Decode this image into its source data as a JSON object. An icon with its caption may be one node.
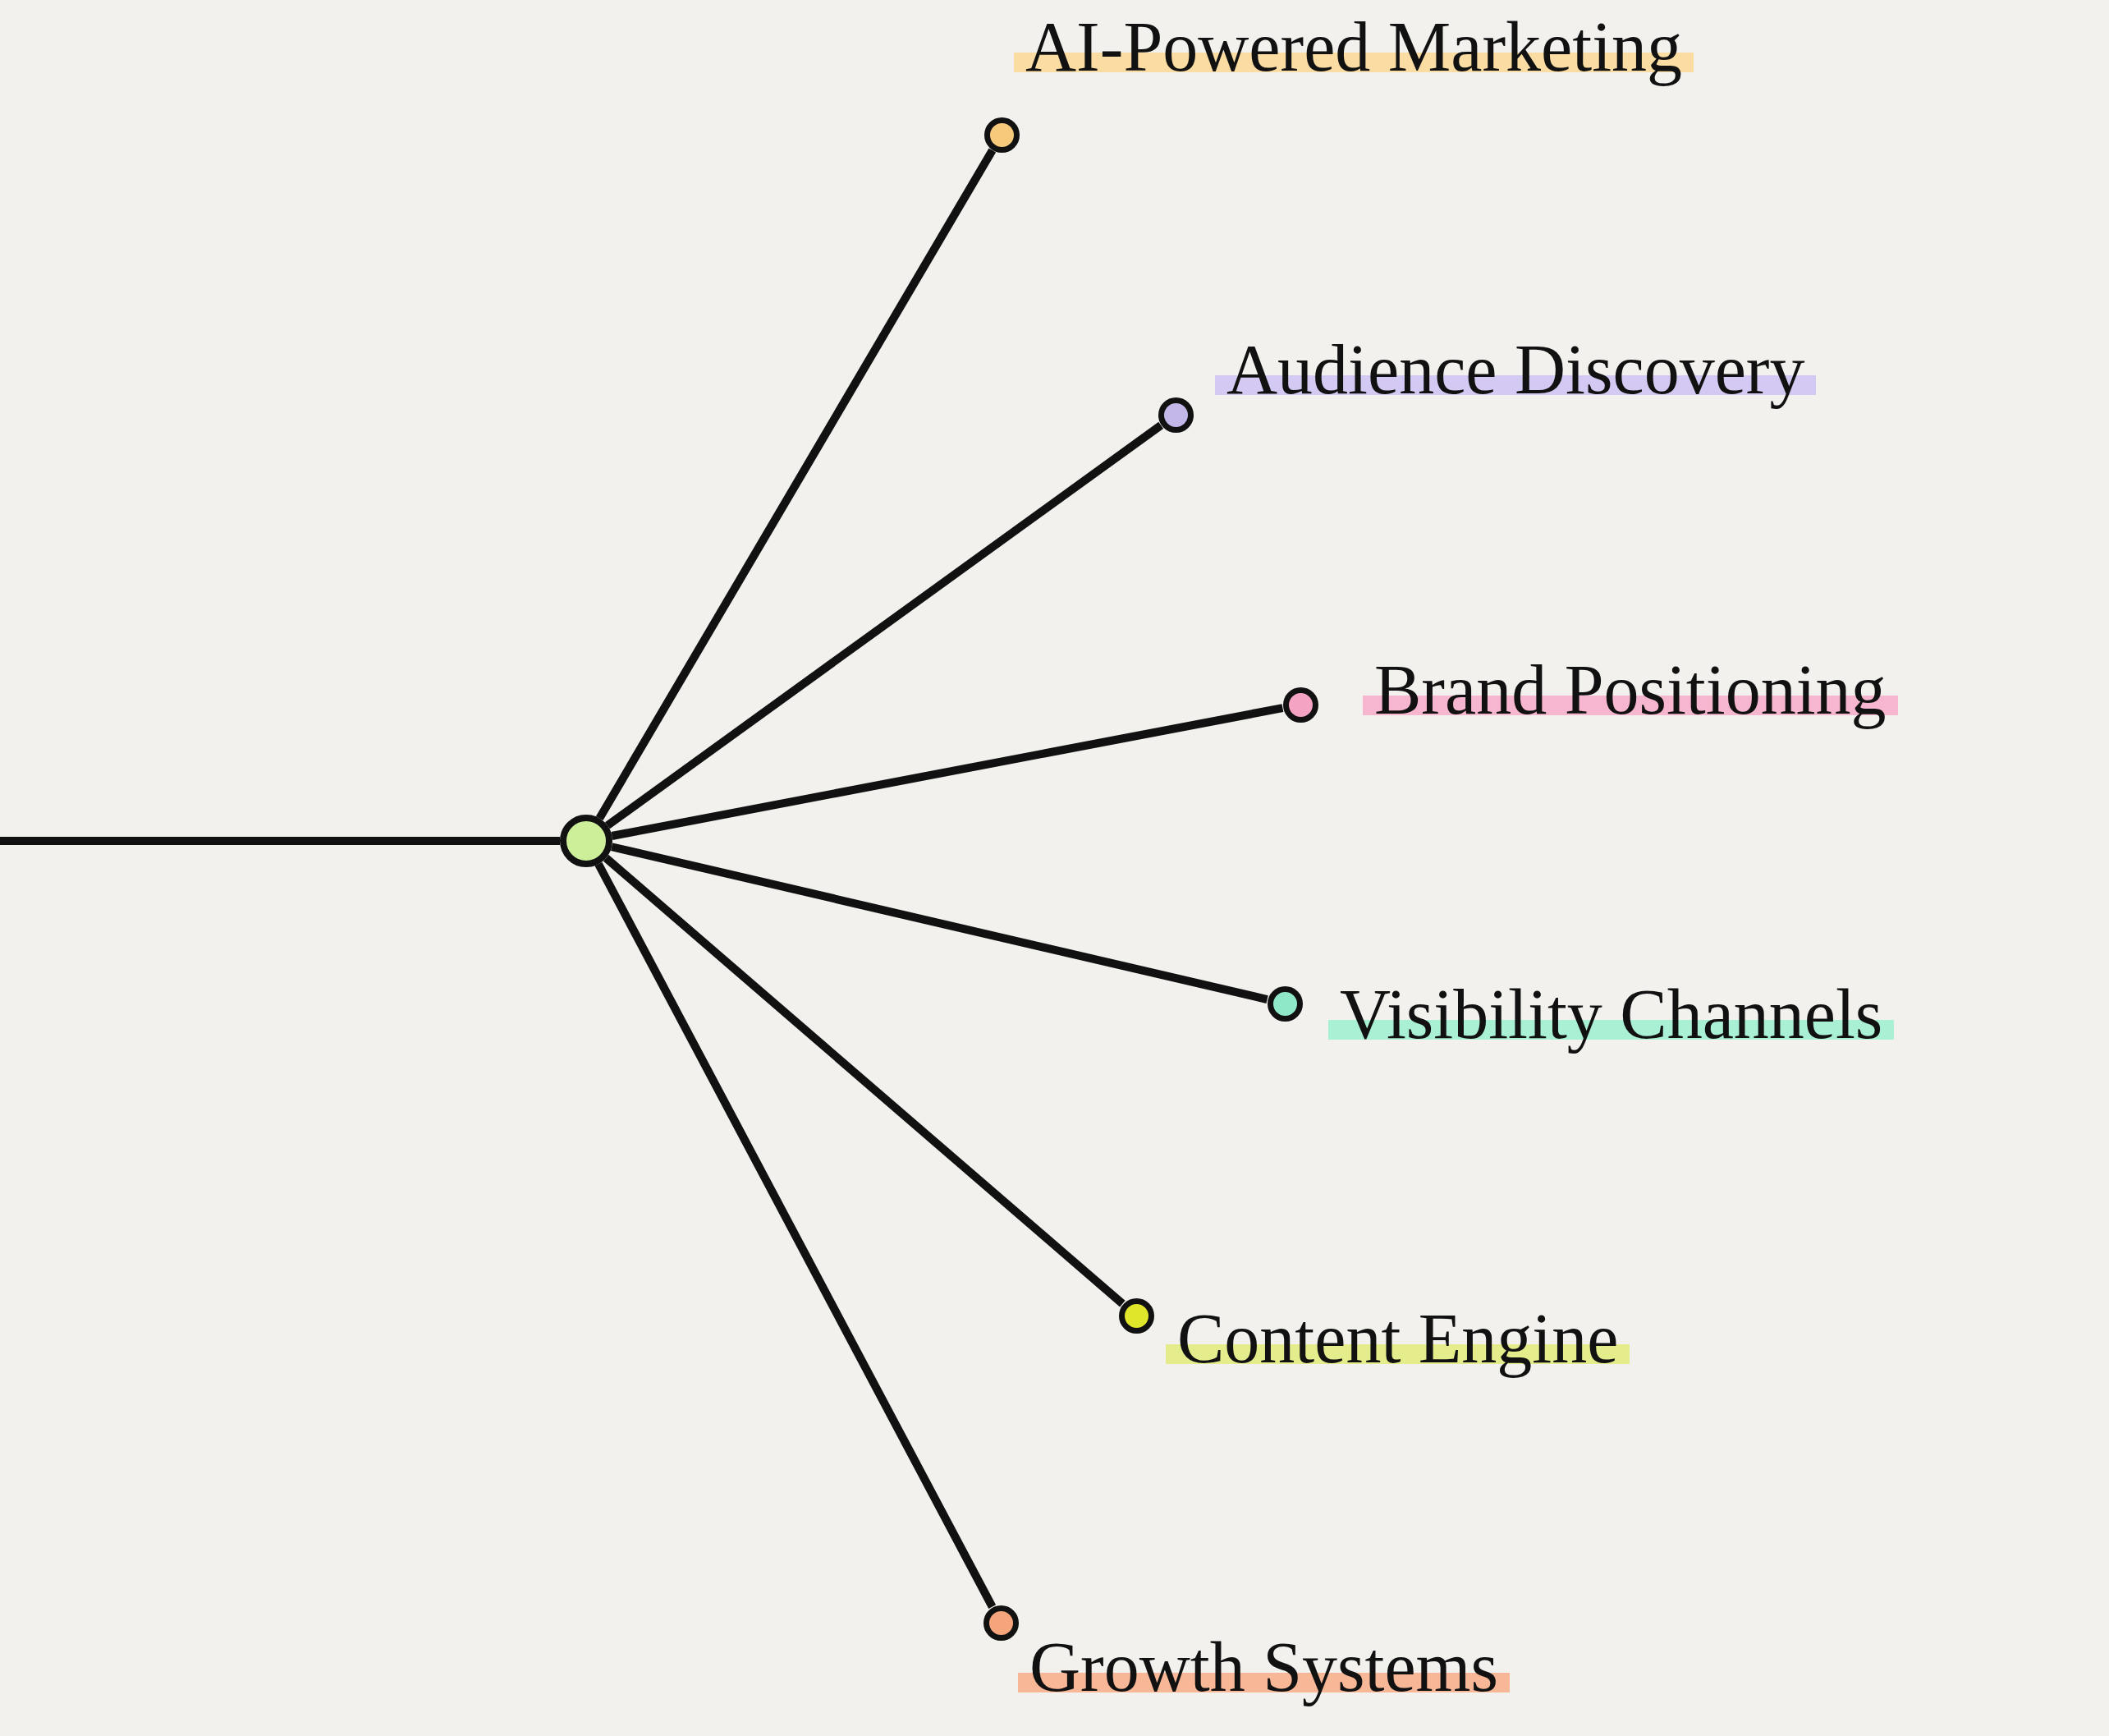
{
  "diagram": {
    "nodes": [
      {
        "text": [],
        "shape": "circle"
      },
      {
        "text": [],
        "shape": "circle",
        "beside": [
          "AI-Powered Marketing"
        ]
      },
      {
        "text": [],
        "shape": "circle",
        "beside": [
          "Audience Discovery"
        ]
      },
      {
        "text": [],
        "shape": "circle",
        "beside": [
          "Brand Positioning"
        ]
      },
      {
        "text": [],
        "shape": "circle",
        "beside": [
          "Visibility Channels"
        ]
      },
      {
        "text": [],
        "shape": "circle",
        "beside": [
          "Content Engine"
        ]
      },
      {
        "text": [],
        "shape": "circle",
        "beside": [
          "Growth Systems"
        ]
      }
    ],
    "edges": [
      {
        "from": null,
        "to": 0,
        "arrow": "none"
      },
      {
        "from": 0,
        "to": 1,
        "arrow": "none"
      },
      {
        "from": 0,
        "to": 2,
        "arrow": "none"
      },
      {
        "from": 0,
        "to": 3,
        "arrow": "none"
      },
      {
        "from": 0,
        "to": 4,
        "arrow": "none"
      },
      {
        "from": 0,
        "to": 5,
        "arrow": "none"
      },
      {
        "from": 0,
        "to": 6,
        "arrow": "none"
      }
    ]
  }
}
